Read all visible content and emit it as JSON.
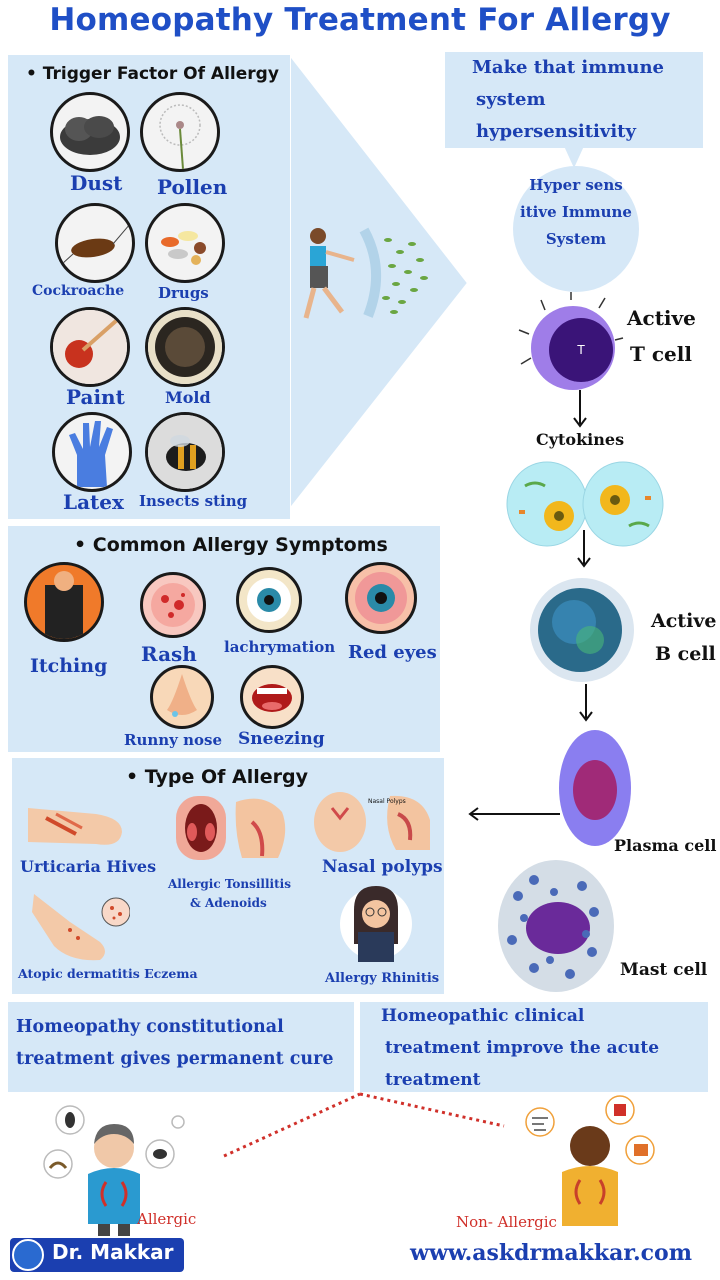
{
  "title": "Homeopathy Treatment For Allergy",
  "triggers": {
    "heading": "• Trigger Factor Of Allergy",
    "items": {
      "dust": "Dust",
      "pollen": "Pollen",
      "cockroach": "Cockroache",
      "drugs": "Drugs",
      "paint": "Paint",
      "mold": "Mold",
      "latex": "Latex",
      "insects": "Insects sting"
    }
  },
  "immune": {
    "line1": "Make that immune",
    "line2": "system",
    "line3": "hypersensitivity",
    "bubble1": "Hyper sens",
    "bubble2": "itive Immune",
    "bubble3": "System"
  },
  "cells": {
    "t_letter": "T",
    "t1": "Active",
    "t2": "T cell",
    "cytokines": "Cytokines",
    "b1": "Active",
    "b2": "B cell",
    "plasma": "Plasma cell",
    "mast": "Mast cell"
  },
  "symptoms": {
    "heading": "• Common Allergy Symptoms",
    "itching": "Itching",
    "rash": "Rash",
    "lachrymation": "lachrymation",
    "red_eyes": "Red eyes",
    "runny_nose": "Runny nose",
    "sneezing": "Sneezing"
  },
  "types": {
    "heading": "• Type Of Allergy",
    "urticaria": "Urticaria Hives",
    "tonsil1": "Allergic Tonsillitis",
    "tonsil2": "& Adenoids",
    "polyps": "Nasal polyps",
    "polyp_tag": "Nasal Polyps",
    "atopic": "Atopic dermatitis Eczema",
    "rhinitis": "Allergy Rhinitis"
  },
  "treatment": {
    "constitutional1": "Homeopathy constitutional",
    "constitutional2": "treatment gives permanent cure",
    "clinical1": "Homeopathic clinical",
    "clinical2": "treatment  improve the acute",
    "clinical3": "treatment"
  },
  "people": {
    "allergic": "Allergic",
    "non_allergic": "Non- Allergic"
  },
  "footer": {
    "brand": "Dr. Makkar",
    "url": "www.askdrmakkar.com"
  }
}
